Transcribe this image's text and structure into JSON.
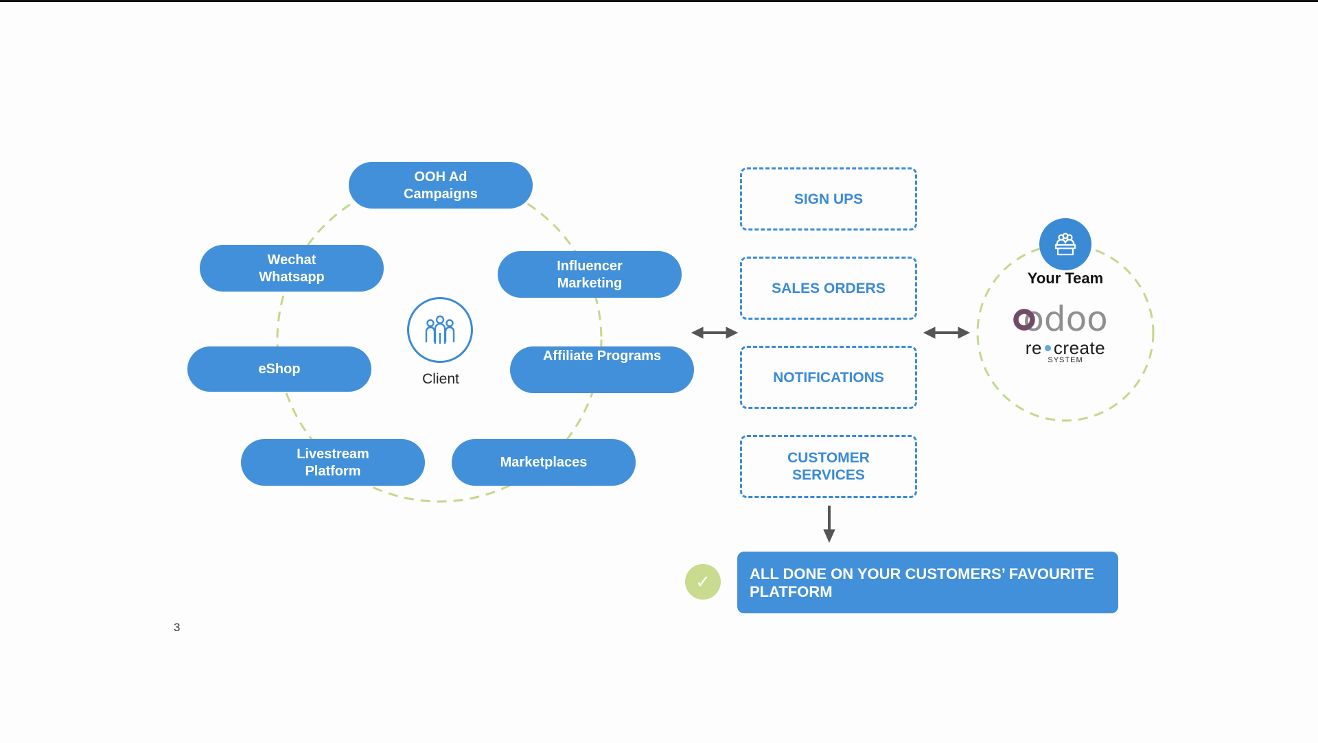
{
  "client": {
    "label": "Client",
    "channels": [
      {
        "id": "ooh",
        "label": "OOH Ad\nCampaigns"
      },
      {
        "id": "wechat",
        "label": "Wechat\nWhatsapp"
      },
      {
        "id": "influencer",
        "label": "Influencer\nMarketing"
      },
      {
        "id": "eshop",
        "label": "eShop"
      },
      {
        "id": "affiliate",
        "label": "Affiliate Programs"
      },
      {
        "id": "livestream",
        "label": "Livestream\nPlatform"
      },
      {
        "id": "marketplaces",
        "label": "Marketplaces"
      }
    ]
  },
  "processes": [
    {
      "label": "SIGN UPS"
    },
    {
      "label": "SALES ORDERS"
    },
    {
      "label": "NOTIFICATIONS"
    },
    {
      "label": "CUSTOMER\nSERVICES"
    }
  ],
  "team": {
    "label": "Your Team",
    "logo_text": "odoo",
    "partner_left": "re",
    "partner_right": "create",
    "partner_sub": "SYSTEM"
  },
  "result": {
    "check": "✓",
    "text": "ALL DONE ON YOUR CUSTOMERS’ FAVOURITE\nPLATFORM"
  },
  "page_number": "3",
  "colors": {
    "blue": "#4290d9",
    "dashed_blue": "#3a8ad6",
    "green_dash": "#c3d88a",
    "check_green": "#c8db8e",
    "arrow": "#555555",
    "odoo_purple": "#714b67",
    "odoo_grey": "#8f8f8f"
  }
}
